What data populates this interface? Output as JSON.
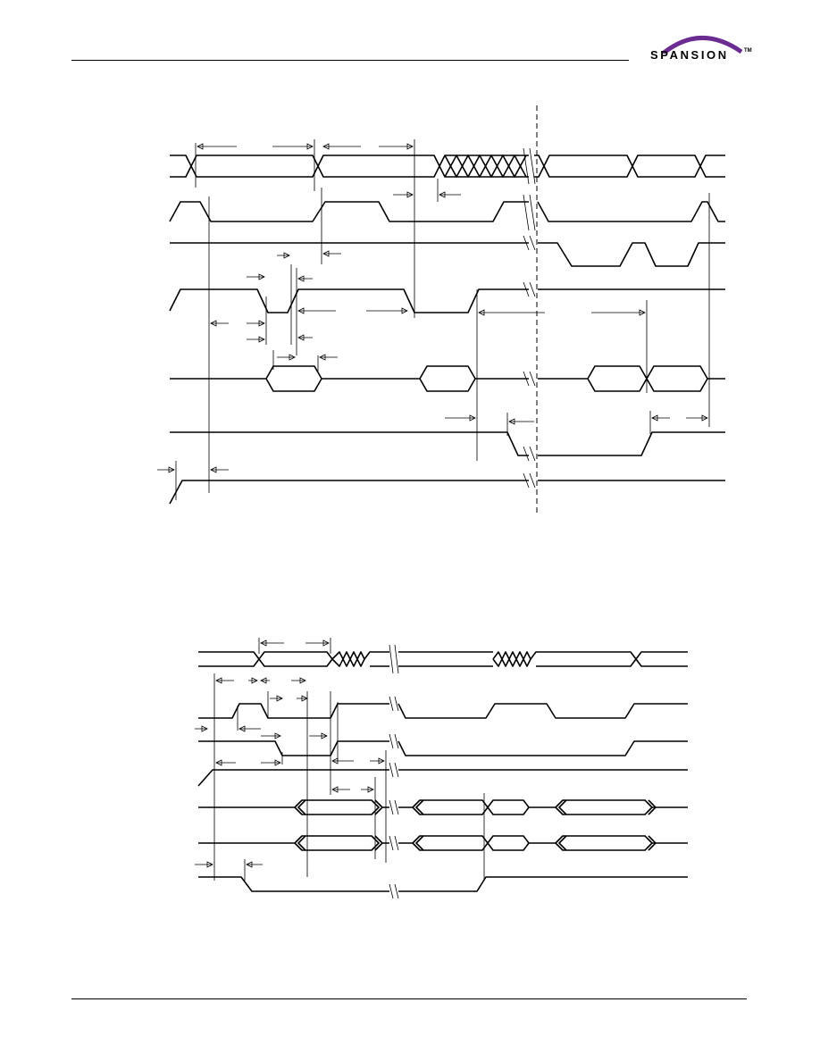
{
  "logo": {
    "text": "SPANSION",
    "tm": "TM",
    "arc_color": "#6a2c91"
  },
  "diagrams": [
    {
      "name": "timing-diagram-top"
    },
    {
      "name": "timing-diagram-bottom"
    }
  ]
}
